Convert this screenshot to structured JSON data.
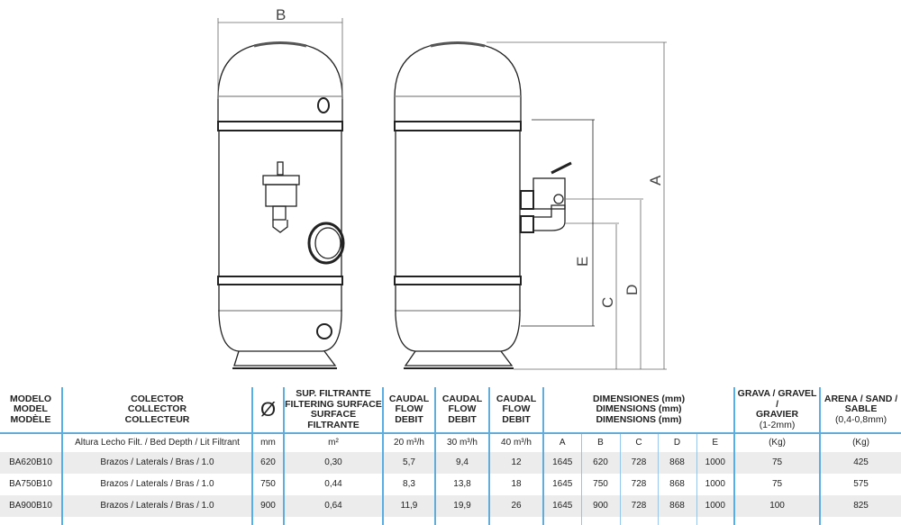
{
  "drawing": {
    "labels": {
      "A": "A",
      "B": "B",
      "C": "C",
      "D": "D",
      "E": "E"
    }
  },
  "table": {
    "headers": {
      "model": [
        "MODELO",
        "MODEL",
        "MODÈLE"
      ],
      "collector": [
        "COLECTOR",
        "COLLECTOR",
        "COLLECTEUR"
      ],
      "diameter": "Ø",
      "surface": [
        "SUP. FILTRANTE",
        "FILTERING SURFACE",
        "SURFACE FILTRANTE"
      ],
      "flow": [
        "CAUDAL",
        "FLOW",
        "DEBIT"
      ],
      "dimensions": [
        "DIMENSIONES (mm)",
        "DIMENSIONS (mm)",
        "DIMENSIONS (mm)"
      ],
      "gravel": [
        "GRAVA / GRAVEL /",
        "GRAVIER",
        "(1-2mm)"
      ],
      "sand": [
        "ARENA / SAND /",
        "SABLE",
        "(0,4-0,8mm)"
      ]
    },
    "units": {
      "collector": "Altura Lecho Filt. / Bed Depth / Lit Filtrant",
      "diameter": "mm",
      "surface": "m²",
      "flow20": "20 m³/h",
      "flow30": "30 m³/h",
      "flow40": "40 m³/h",
      "A": "A",
      "B": "B",
      "C": "C",
      "D": "D",
      "E": "E",
      "gravel": "(Kg)",
      "sand": "(Kg)"
    },
    "rows": [
      {
        "model": "BA620B10",
        "collector": "Brazos / Laterals / Bras / 1.0",
        "diameter": "620",
        "surface": "0,30",
        "flow20": "5,7",
        "flow30": "9,4",
        "flow40": "12",
        "A": "1645",
        "B": "620",
        "C": "728",
        "D": "868",
        "E": "1000",
        "gravel": "75",
        "sand": "425"
      },
      {
        "model": "BA750B10",
        "collector": "Brazos / Laterals / Bras / 1.0",
        "diameter": "750",
        "surface": "0,44",
        "flow20": "8,3",
        "flow30": "13,8",
        "flow40": "18",
        "A": "1645",
        "B": "750",
        "C": "728",
        "D": "868",
        "E": "1000",
        "gravel": "75",
        "sand": "575"
      },
      {
        "model": "BA900B10",
        "collector": "Brazos / Laterals / Bras / 1.0",
        "diameter": "900",
        "surface": "0,64",
        "flow20": "11,9",
        "flow30": "19,9",
        "flow40": "26",
        "A": "1645",
        "B": "900",
        "C": "728",
        "D": "868",
        "E": "1000",
        "gravel": "100",
        "sand": "825"
      }
    ]
  }
}
